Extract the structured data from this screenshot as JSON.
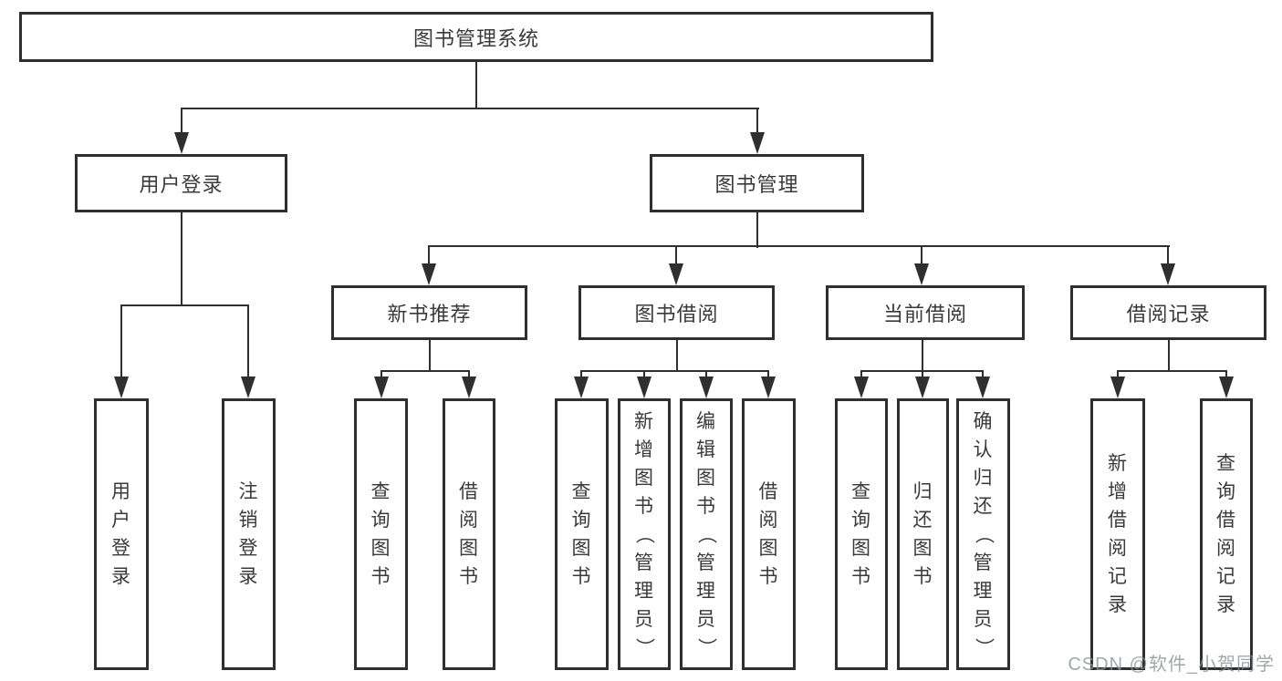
{
  "watermark": "CSDN @软件_小贺同学",
  "colors": {
    "line": "#2f2f2f",
    "text": "#3a3a3a",
    "background": "#ffffff",
    "watermark": "#8c9196"
  },
  "diagram": {
    "root": {
      "label": "图书管理系统"
    },
    "children": [
      {
        "label": "用户登录",
        "children": [
          "用户登录",
          "注销登录"
        ]
      },
      {
        "label": "图书管理",
        "children": [
          {
            "label": "新书推荐",
            "children": [
              "查询图书",
              "借阅图书"
            ]
          },
          {
            "label": "图书借阅",
            "children": [
              "查询图书",
              "新增图书（管理员）",
              "编辑图书（管理员）",
              "借阅图书"
            ]
          },
          {
            "label": "当前借阅",
            "children": [
              "查询图书",
              "归还图书",
              "确认归还（管理员）"
            ]
          },
          {
            "label": "借阅记录",
            "children": [
              "新增借阅记录",
              "查询借阅记录"
            ]
          }
        ]
      }
    ]
  }
}
